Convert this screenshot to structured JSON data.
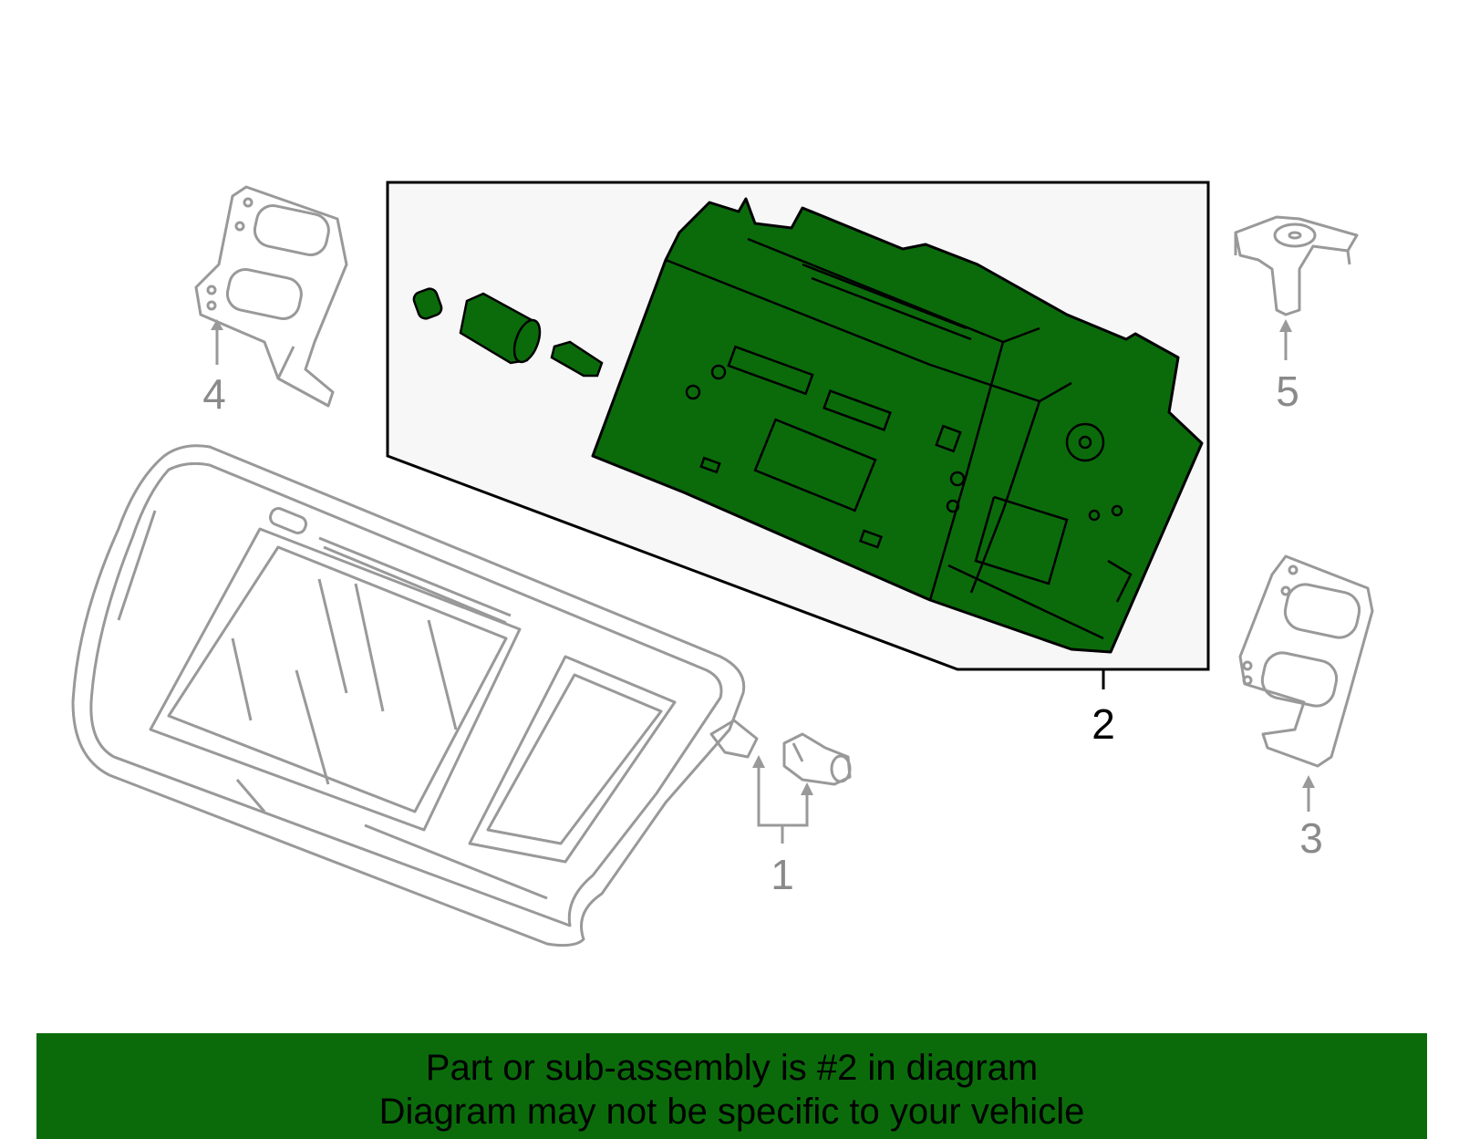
{
  "diagram": {
    "callouts": [
      {
        "id": "1",
        "label": "1",
        "highlighted": false
      },
      {
        "id": "2",
        "label": "2",
        "highlighted": true
      },
      {
        "id": "3",
        "label": "3",
        "highlighted": false
      },
      {
        "id": "4",
        "label": "4",
        "highlighted": false
      },
      {
        "id": "5",
        "label": "5",
        "highlighted": false
      }
    ],
    "colors": {
      "highlight_fill": "#0b6b0b",
      "outline_gray": "#999999",
      "label_gray": "#8a8a8a",
      "inset_background": "#f7f7f7",
      "banner": "#0b6b0b"
    }
  },
  "banner": {
    "line1": "Part or sub-assembly is #2 in diagram",
    "line2": "Diagram may not be specific to your vehicle"
  }
}
